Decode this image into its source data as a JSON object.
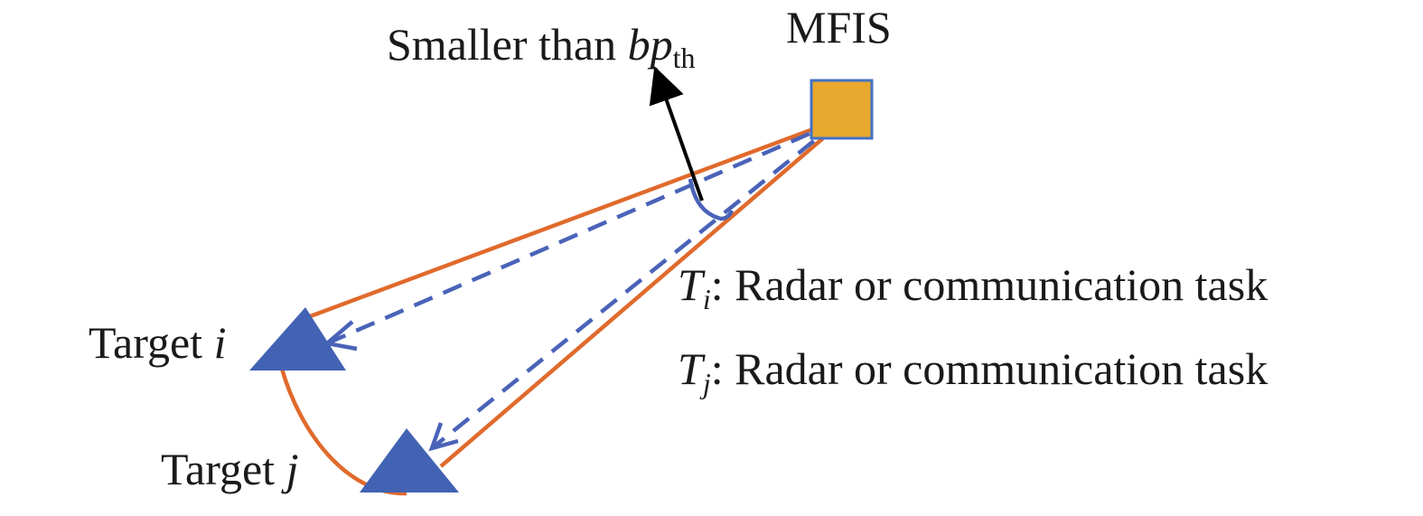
{
  "labels": {
    "station": "MFIS",
    "threshold_prefix": "Smaller than ",
    "threshold_symbol": "bp",
    "threshold_sub": "th",
    "target_i_word": "Target ",
    "target_i_var": "i",
    "target_j_word": "Target ",
    "target_j_var": "j",
    "task_i_symbol": "T",
    "task_i_sub": "i",
    "task_i_text": ": Radar or communication task",
    "task_j_symbol": "T",
    "task_j_sub": "j",
    "task_j_text": ": Radar or communication task"
  },
  "colors": {
    "station_fill": "#E8A92E",
    "station_border": "#4472C4",
    "target_fill": "#4262B4",
    "solid_line": "#E06A2C",
    "dashed_line": "#4A63B8",
    "arrow": "#000000",
    "text": "#1a1a1a"
  }
}
